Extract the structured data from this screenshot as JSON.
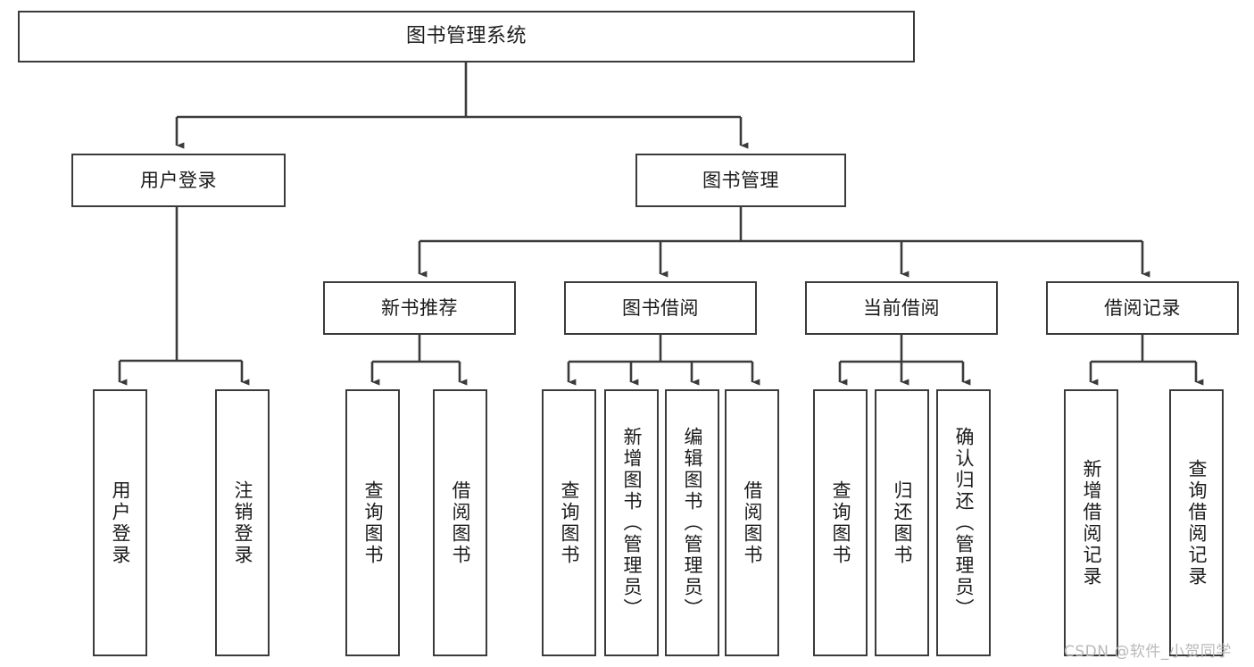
{
  "diagram": {
    "title": "图书管理系统",
    "watermark": "CSDN @软件_小贺同学",
    "colors": {
      "stroke": "#3b3b3b",
      "fill": "#ffffff",
      "text": "#1b1b1b",
      "watermark": "#b9b9b9"
    },
    "nodes": {
      "root": {
        "label": "图书管理系统"
      },
      "level2": [
        {
          "label": "用户登录"
        },
        {
          "label": "图书管理"
        }
      ],
      "level3": [
        {
          "label": "新书推荐"
        },
        {
          "label": "图书借阅"
        },
        {
          "label": "当前借阅"
        },
        {
          "label": "借阅记录"
        }
      ],
      "leaves": {
        "user_login": [
          {
            "label": "用户登录"
          },
          {
            "label": "注销登录"
          }
        ],
        "new_book": [
          {
            "label": "查询图书"
          },
          {
            "label": "借阅图书"
          }
        ],
        "borrow": [
          {
            "label": "查询图书"
          },
          {
            "label": "新增图书（管理员）"
          },
          {
            "label": "编辑图书（管理员）"
          },
          {
            "label": "借阅图书"
          }
        ],
        "current": [
          {
            "label": "查询图书"
          },
          {
            "label": "归还图书"
          },
          {
            "label": "确认归还（管理员）"
          }
        ],
        "records": [
          {
            "label": "新增借阅记录"
          },
          {
            "label": "查询借阅记录"
          }
        ]
      }
    }
  }
}
